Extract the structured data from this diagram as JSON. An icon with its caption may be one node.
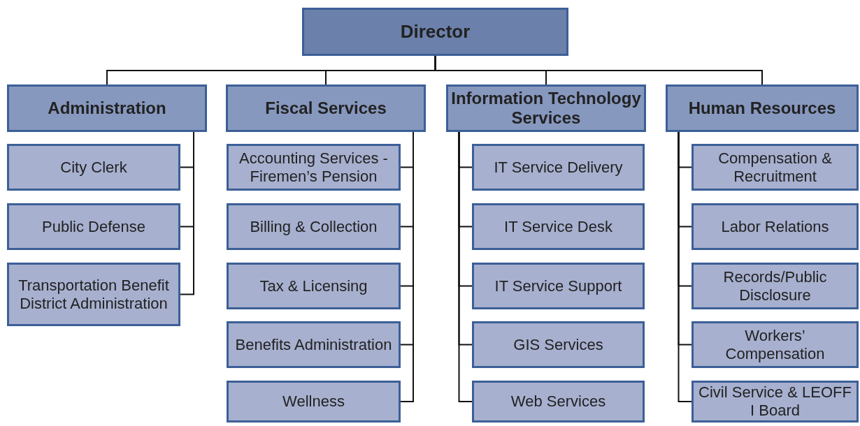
{
  "diagram": {
    "nodes": [
      {
        "text": [
          "Director"
        ]
      },
      {
        "text": [
          "Administration"
        ]
      },
      {
        "text": [
          "City Clerk"
        ]
      },
      {
        "text": [
          "Public Defense"
        ]
      },
      {
        "text": [
          "Transportation Benefit District Administration"
        ]
      },
      {
        "text": [
          "Fiscal Services"
        ]
      },
      {
        "text": [
          "Accounting Services - Firemen’s Pension"
        ]
      },
      {
        "text": [
          "Billing & Collection"
        ]
      },
      {
        "text": [
          "Tax & Licensing"
        ]
      },
      {
        "text": [
          "Benefits Administration"
        ]
      },
      {
        "text": [
          "Wellness"
        ]
      },
      {
        "text": [
          "Information Technology Services"
        ]
      },
      {
        "text": [
          "IT Service Delivery"
        ]
      },
      {
        "text": [
          "IT Service Desk"
        ]
      },
      {
        "text": [
          "IT Service Support"
        ]
      },
      {
        "text": [
          "GIS Services"
        ]
      },
      {
        "text": [
          "Web Services"
        ]
      },
      {
        "text": [
          "Human Resources"
        ]
      },
      {
        "text": [
          "Compensation & Recruitment"
        ]
      },
      {
        "text": [
          "Labor Relations"
        ]
      },
      {
        "text": [
          "Records/Public Disclosure"
        ]
      },
      {
        "text": [
          "Workers’ Compensation"
        ]
      },
      {
        "text": [
          "Civil Service & LEOFF I Board"
        ]
      }
    ],
    "edges": [
      {
        "from": 0,
        "to": 1,
        "arrow": "none"
      },
      {
        "from": 0,
        "to": 5,
        "arrow": "none"
      },
      {
        "from": 0,
        "to": 11,
        "arrow": "none"
      },
      {
        "from": 0,
        "to": 17,
        "arrow": "none"
      },
      {
        "from": 1,
        "to": 2,
        "arrow": "none"
      },
      {
        "from": 1,
        "to": 3,
        "arrow": "none"
      },
      {
        "from": 1,
        "to": 4,
        "arrow": "none"
      },
      {
        "from": 5,
        "to": 6,
        "arrow": "none"
      },
      {
        "from": 5,
        "to": 7,
        "arrow": "none"
      },
      {
        "from": 5,
        "to": 8,
        "arrow": "none"
      },
      {
        "from": 5,
        "to": 9,
        "arrow": "none"
      },
      {
        "from": 5,
        "to": 10,
        "arrow": "none"
      },
      {
        "from": 11,
        "to": 12,
        "arrow": "none"
      },
      {
        "from": 11,
        "to": 13,
        "arrow": "none"
      },
      {
        "from": 11,
        "to": 14,
        "arrow": "none"
      },
      {
        "from": 11,
        "to": 15,
        "arrow": "none"
      },
      {
        "from": 11,
        "to": 16,
        "arrow": "none"
      },
      {
        "from": 17,
        "to": 18,
        "arrow": "none"
      },
      {
        "from": 17,
        "to": 19,
        "arrow": "none"
      },
      {
        "from": 17,
        "to": 20,
        "arrow": "none"
      },
      {
        "from": 17,
        "to": 21,
        "arrow": "none"
      },
      {
        "from": 17,
        "to": 22,
        "arrow": "none"
      }
    ]
  }
}
